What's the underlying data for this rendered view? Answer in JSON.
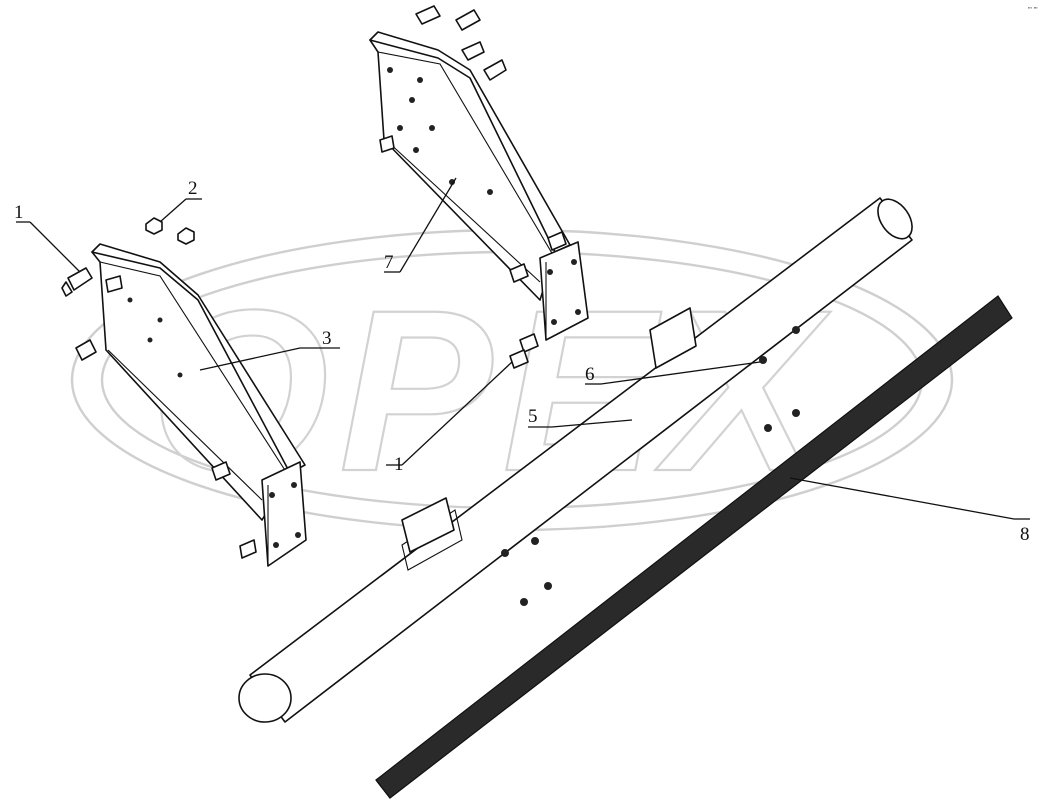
{
  "diagram": {
    "corner_mark": "\"' \"'",
    "watermark": "OPEX",
    "callouts": [
      {
        "id": "c1a",
        "label": "1"
      },
      {
        "id": "c2",
        "label": "2"
      },
      {
        "id": "c3",
        "label": "3"
      },
      {
        "id": "c7",
        "label": "7"
      },
      {
        "id": "c1b",
        "label": "1"
      },
      {
        "id": "c6",
        "label": "6"
      },
      {
        "id": "c5",
        "label": "5"
      },
      {
        "id": "c8",
        "label": "8"
      }
    ]
  }
}
